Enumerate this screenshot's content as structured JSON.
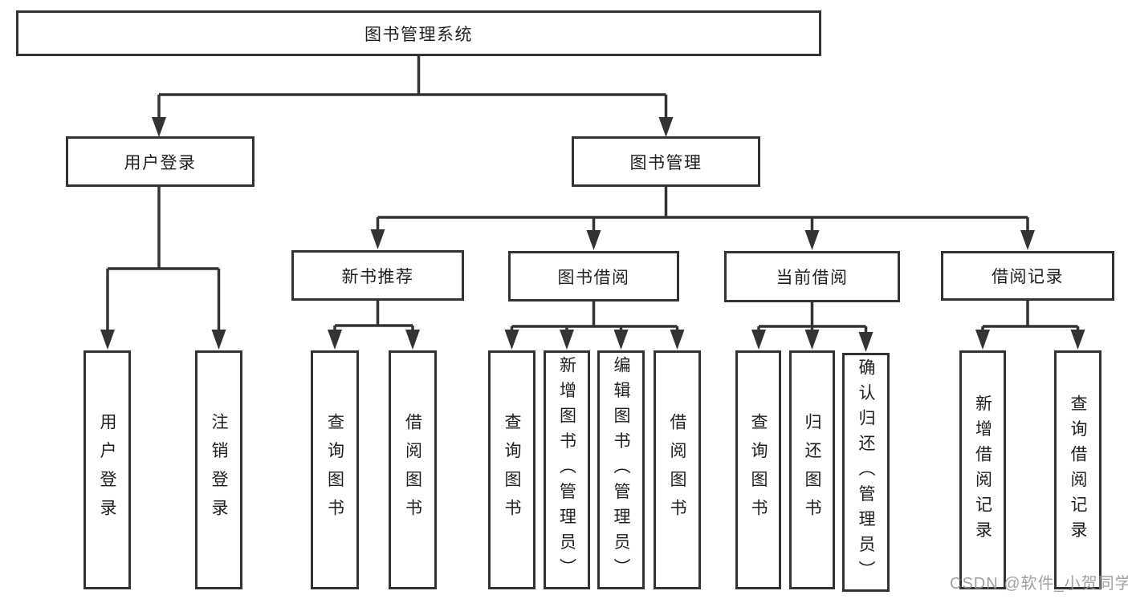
{
  "diagram_type": "hierarchy-tree",
  "colors": {
    "line": "#333333",
    "text": "#1f1f1f",
    "box_background": "#ffffff",
    "watermark": "#9a9598",
    "background": "#ffffff"
  },
  "watermark": {
    "text": "CSDN @软件_小贺同学"
  },
  "tree": {
    "root": {
      "label": "图书管理系统",
      "children": [
        {
          "label": "用户登录",
          "children": [
            {
              "label": "用户登录"
            },
            {
              "label": "注销登录"
            }
          ]
        },
        {
          "label": "图书管理",
          "children": [
            {
              "label": "新书推荐",
              "children": [
                {
                  "label": "查询图书"
                },
                {
                  "label": "借阅图书"
                }
              ]
            },
            {
              "label": "图书借阅",
              "children": [
                {
                  "label": "查询图书"
                },
                {
                  "label": "新增图书（管理员）"
                },
                {
                  "label": "编辑图书（管理员）"
                },
                {
                  "label": "借阅图书"
                }
              ]
            },
            {
              "label": "当前借阅",
              "children": [
                {
                  "label": "查询图书"
                },
                {
                  "label": "归还图书"
                },
                {
                  "label": "确认归还（管理员）"
                }
              ]
            },
            {
              "label": "借阅记录",
              "children": [
                {
                  "label": "新增借阅记录"
                },
                {
                  "label": "查询借阅记录"
                }
              ]
            }
          ]
        }
      ]
    }
  }
}
